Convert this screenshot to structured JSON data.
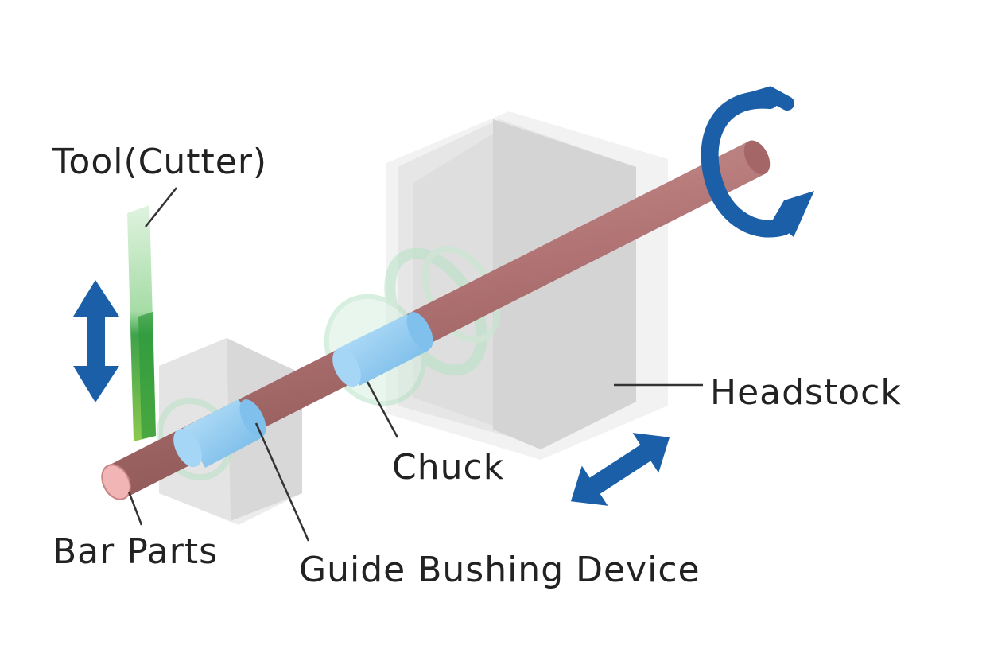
{
  "labels": {
    "tool": "Tool(Cutter)",
    "headstock": "Headstock",
    "chuck": "Chuck",
    "bar_parts": "Bar Parts",
    "guide_bushing": "Guide Bushing Device"
  },
  "colors": {
    "arrow_blue": "#1a5fa8",
    "bar": "#b87878",
    "bar_end": "#f0b0b0",
    "bushing": "#8cc8f0",
    "tool_green": "#4caf50",
    "block_gray": "#dcdcdc"
  },
  "icons": {
    "tool_arrow": "double-arrow-vertical-icon",
    "headstock_arrow": "double-arrow-diagonal-icon",
    "rotation": "rotation-arrow-icon"
  }
}
